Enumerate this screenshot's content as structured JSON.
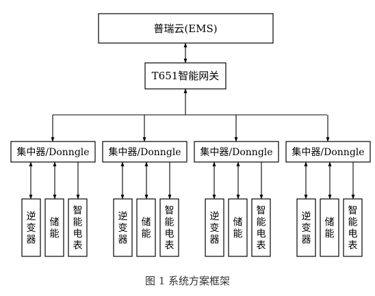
{
  "top_node": "普瑞云(EMS)",
  "gateway_node": "T651智能网关",
  "groups": [
    {
      "collector": "集中器/Donngle",
      "devices": [
        [
          "逆",
          "变",
          "器"
        ],
        [
          "储",
          "能"
        ],
        [
          "智",
          "能",
          "电",
          "表"
        ]
      ]
    },
    {
      "collector": "集中器/Donngle",
      "devices": [
        [
          "逆",
          "变",
          "器"
        ],
        [
          "储",
          "能"
        ],
        [
          "智",
          "能",
          "电",
          "表"
        ]
      ]
    },
    {
      "collector": "集中器/Donngle",
      "devices": [
        [
          "逆",
          "变",
          "器"
        ],
        [
          "储",
          "能"
        ],
        [
          "智",
          "能",
          "电",
          "表"
        ]
      ]
    },
    {
      "collector": "集中器/Donngle",
      "devices": [
        [
          "逆",
          "变",
          "器"
        ],
        [
          "储",
          "能"
        ],
        [
          "智",
          "能",
          "电",
          "表"
        ]
      ]
    }
  ],
  "caption": "图 1    系统方案框架"
}
